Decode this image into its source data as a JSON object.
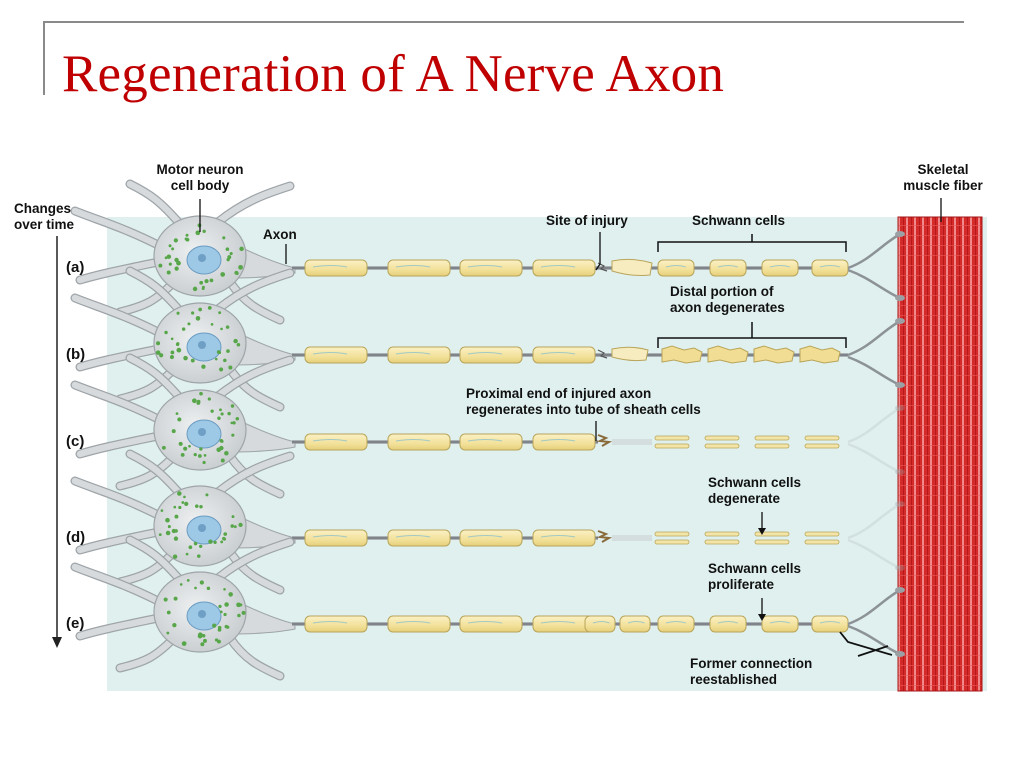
{
  "slide": {
    "title": "Regeneration of A Nerve Axon"
  },
  "labels": {
    "motor_neuron_line1": "Motor neuron",
    "motor_neuron_line2": "cell body",
    "changes_line1": "Changes",
    "changes_line2": "over time",
    "axon": "Axon",
    "site_of_injury": "Site of injury",
    "schwann_cells": "Schwann cells",
    "skeletal_line1": "Skeletal",
    "skeletal_line2": "muscle fiber",
    "distal_line1": "Distal portion of",
    "distal_line2": "axon degenerates",
    "proximal_line1": "Proximal end of injured axon",
    "proximal_line2": "regenerates into tube of sheath cells",
    "schwann_degenerate_line1": "Schwann cells",
    "schwann_degenerate_line2": "degenerate",
    "schwann_proliferate_line1": "Schwann cells",
    "schwann_proliferate_line2": "proliferate",
    "former_line1": "Former connection",
    "former_line2": "reestablished"
  },
  "stages": [
    {
      "id": "a",
      "label": "(a)"
    },
    {
      "id": "b",
      "label": "(b)"
    },
    {
      "id": "c",
      "label": "(c)"
    },
    {
      "id": "d",
      "label": "(d)"
    },
    {
      "id": "e",
      "label": "(e)"
    }
  ],
  "colors": {
    "title": "#c00000",
    "background_panel": "#dff0ef",
    "neuron_body": "#d6dadc",
    "nucleus": "#9dc8e6",
    "granules": "#58a64a",
    "schwann_fill": "#f5e6a4",
    "schwann_stroke": "#b9a55a",
    "axon": "#7d8287",
    "muscle": "#d42a2a"
  }
}
